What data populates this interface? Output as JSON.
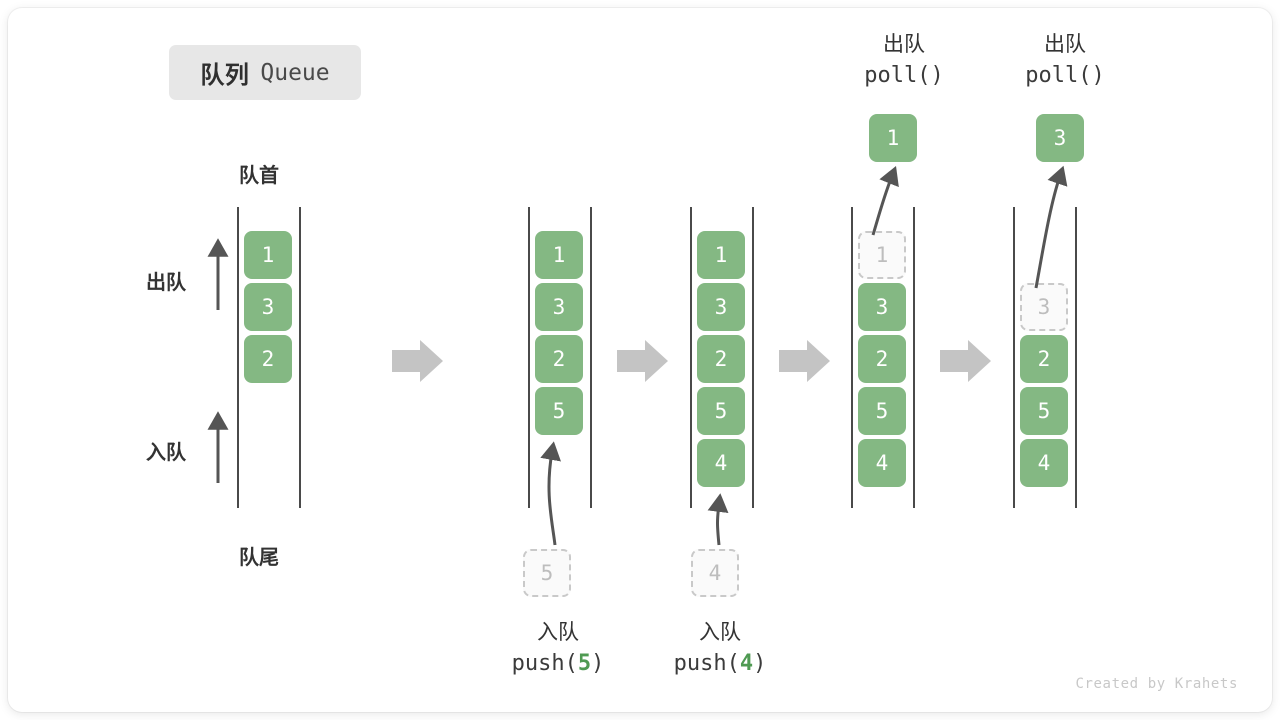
{
  "title": {
    "cn": "队列",
    "en": "Queue"
  },
  "anatomy": {
    "head_label": "队首",
    "tail_label": "队尾",
    "dequeue_label": "出队",
    "enqueue_label": "入队"
  },
  "colors": {
    "cell_fill": "#84b883",
    "cell_text": "#ffffff",
    "ghost_fill": "#fafafa",
    "ghost_border": "#c9c9c9",
    "ghost_text": "#bdbdbd",
    "rail": "#4a4a4a",
    "arrow_gray": "#555555",
    "step_arrow": "#c4c4c4",
    "badge_bg": "#e7e7e7",
    "accent_green": "#4f9a52",
    "text_dark": "#333333",
    "watermark": "#c8c8c8"
  },
  "columns": [
    {
      "id": "initial",
      "name": "initial-queue",
      "cells": [
        {
          "value": "1",
          "state": "filled"
        },
        {
          "value": "3",
          "state": "filled"
        },
        {
          "value": "2",
          "state": "filled"
        }
      ]
    },
    {
      "id": "after-push-5",
      "name": "queue-after-push-5",
      "cells": [
        {
          "value": "1",
          "state": "filled"
        },
        {
          "value": "3",
          "state": "filled"
        },
        {
          "value": "2",
          "state": "filled"
        },
        {
          "value": "5",
          "state": "filled"
        }
      ],
      "incoming": {
        "value": "5",
        "state": "ghost"
      },
      "caption": {
        "cn": "入队",
        "code_prefix": "push(",
        "code_value": "5",
        "code_suffix": ")"
      }
    },
    {
      "id": "after-push-4",
      "name": "queue-after-push-4",
      "cells": [
        {
          "value": "1",
          "state": "filled"
        },
        {
          "value": "3",
          "state": "filled"
        },
        {
          "value": "2",
          "state": "filled"
        },
        {
          "value": "5",
          "state": "filled"
        },
        {
          "value": "4",
          "state": "filled"
        }
      ],
      "incoming": {
        "value": "4",
        "state": "ghost"
      },
      "caption": {
        "cn": "入队",
        "code_prefix": "push(",
        "code_value": "4",
        "code_suffix": ")"
      }
    },
    {
      "id": "after-poll-1",
      "name": "queue-after-poll-1",
      "cells": [
        {
          "value": "1",
          "state": "ghost"
        },
        {
          "value": "3",
          "state": "filled"
        },
        {
          "value": "2",
          "state": "filled"
        },
        {
          "value": "5",
          "state": "filled"
        },
        {
          "value": "4",
          "state": "filled"
        }
      ],
      "outgoing": {
        "value": "1",
        "state": "filled"
      },
      "caption": {
        "cn": "出队",
        "code": "poll()"
      }
    },
    {
      "id": "after-poll-3",
      "name": "queue-after-poll-3",
      "cells": [
        {
          "value": "",
          "state": "empty"
        },
        {
          "value": "3",
          "state": "ghost"
        },
        {
          "value": "2",
          "state": "filled"
        },
        {
          "value": "5",
          "state": "filled"
        },
        {
          "value": "4",
          "state": "filled"
        }
      ],
      "outgoing": {
        "value": "3",
        "state": "filled"
      },
      "caption": {
        "cn": "出队",
        "code": "poll()"
      }
    }
  ],
  "watermark": "Created by Krahets"
}
